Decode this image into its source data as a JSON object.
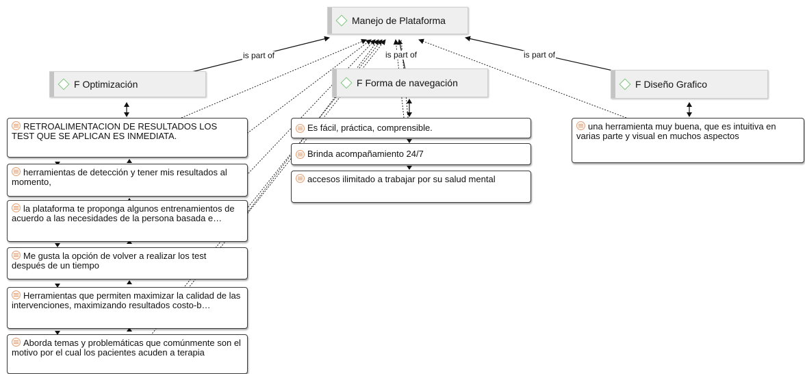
{
  "nodes": {
    "root": {
      "label": "Manejo de Plataforma"
    },
    "f_opt": {
      "label": "F Optimización"
    },
    "f_nav": {
      "label": "F Forma de navegación"
    },
    "f_dis": {
      "label": "F Diseño Grafico"
    }
  },
  "quotes": [
    "RETROALIMENTACION  DE RESULTADOS  LOS TEST QUE SE APLICAN ES INMEDIATA.",
    "herramientas de detección y tener mis resultados al momento,",
    "la plataforma te proponga algunos entrenamientos de acuerdo a las necesidades de la persona basada e…",
    "Me gusta la opción de volver a realizar los test después de un tiempo",
    "Herramientas que permiten maximizar la calidad de las intervenciones, maximizando resultados costo-b…",
    "Aborda temas y problemáticas que comúnmente son el motivo por el cual los pacientes acuden a terapia",
    "Es fácil, práctica,  comprensible.",
    "Brinda acompañamiento 24/7",
    "accesos ilimitado a trabajar por su salud mental",
    "una herramienta muy buena, que es intuitiva en varias parte y visual en muchos aspectos"
  ],
  "edge_labels": [
    "is part of",
    "is part of",
    "is part of"
  ],
  "colors": {
    "code_icon": "#7cc47c",
    "quote_icon": "#e0a27c",
    "code_bg": "#efefef"
  }
}
